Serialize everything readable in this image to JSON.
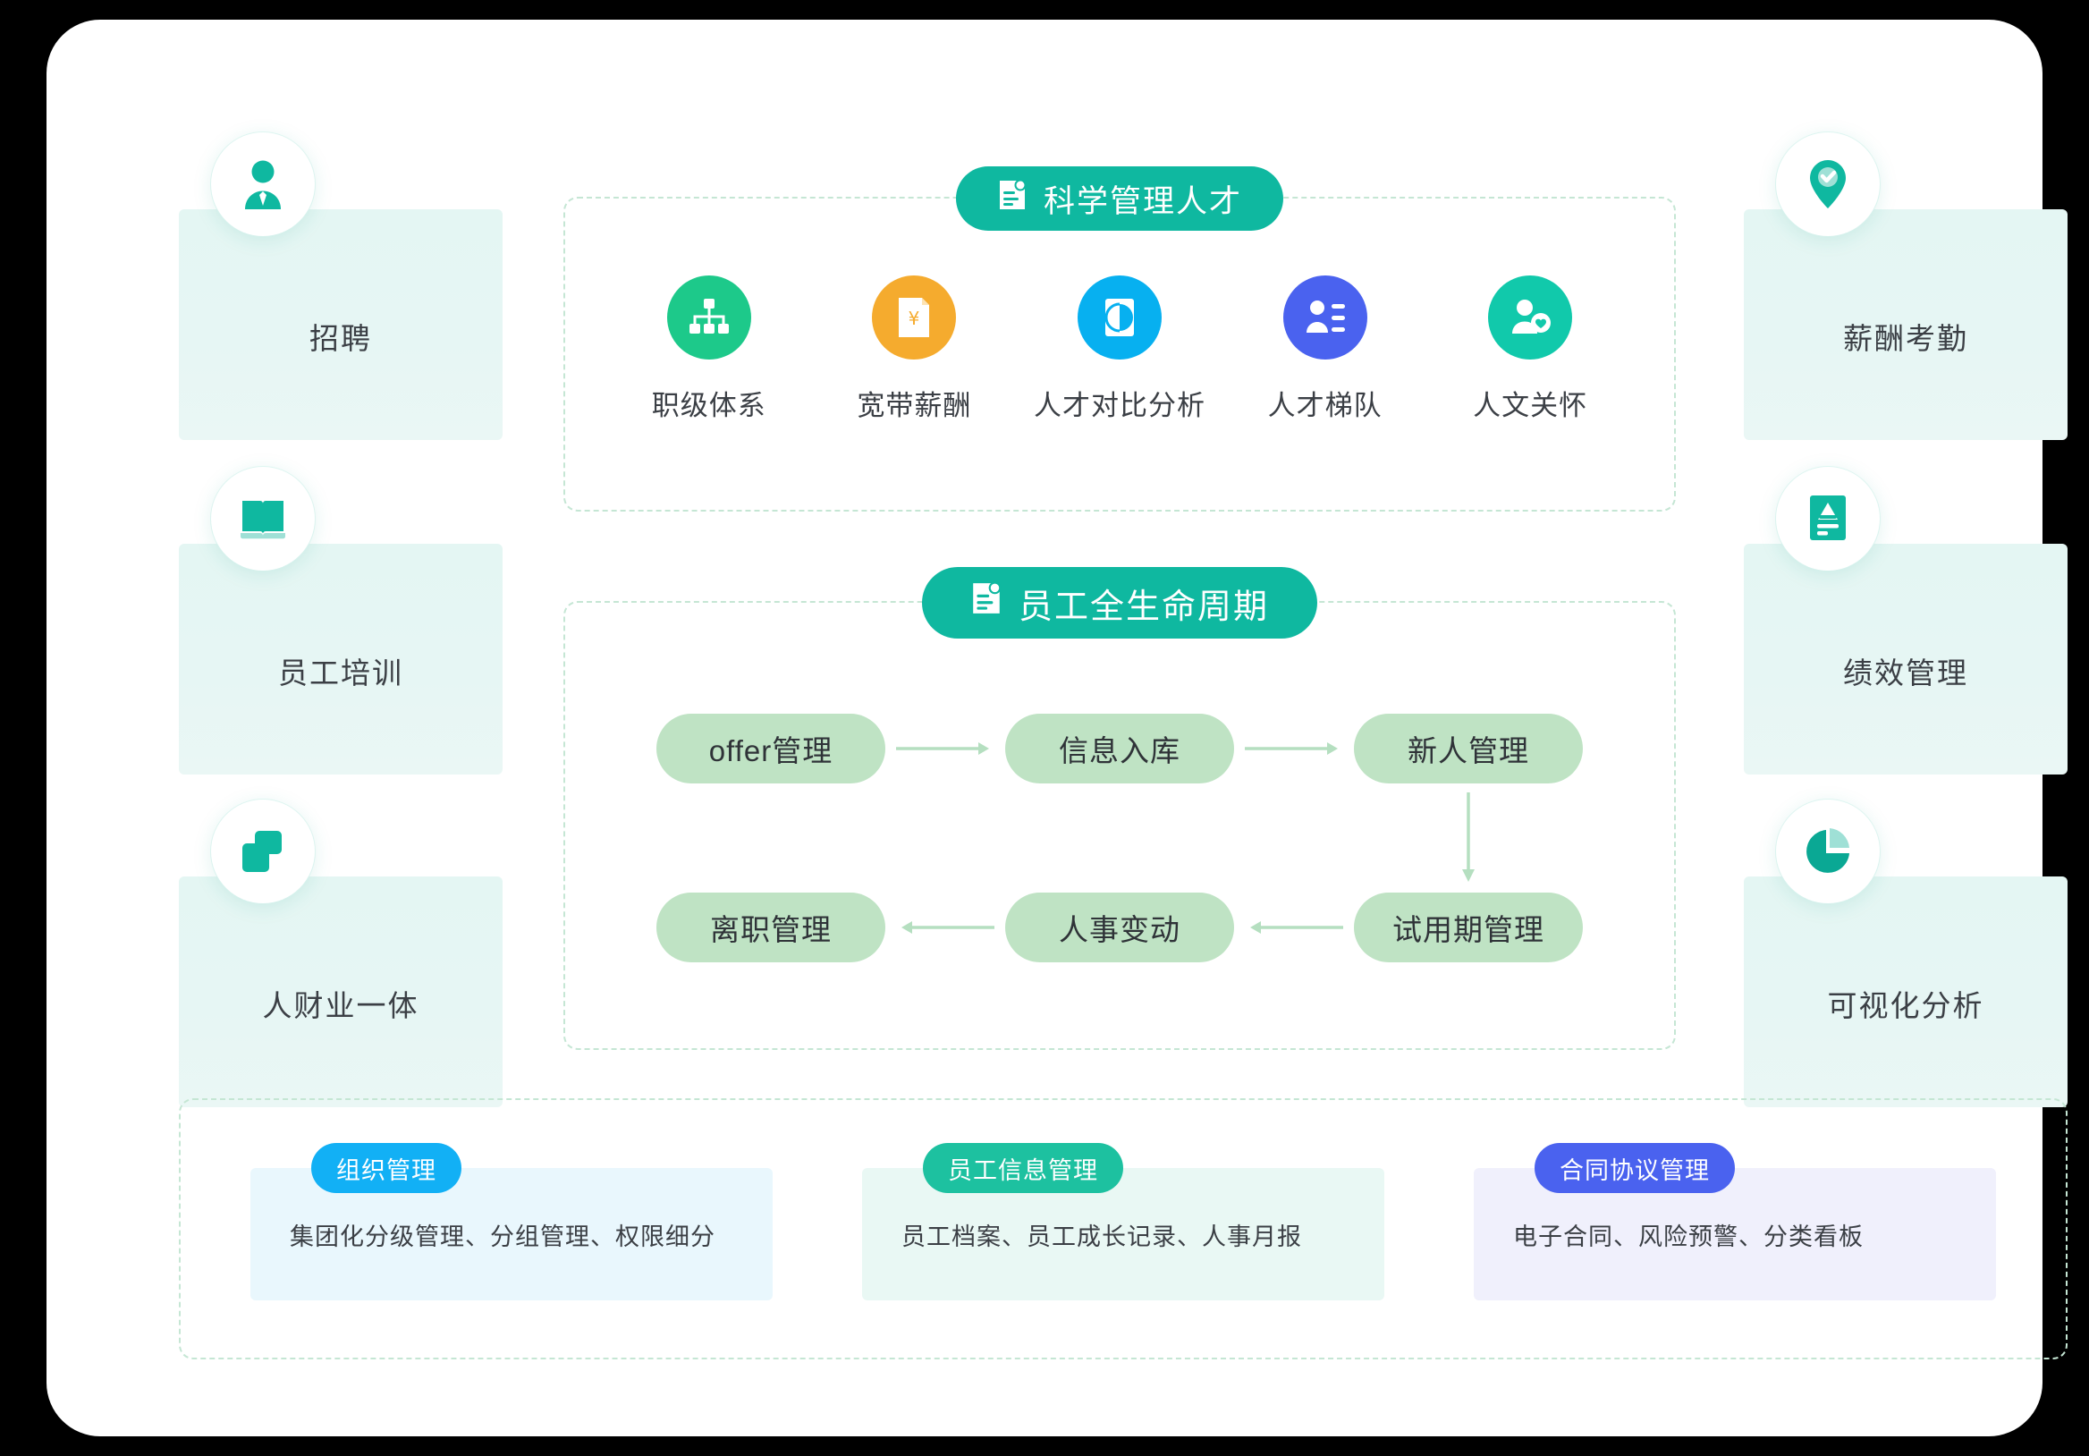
{
  "colors": {
    "teal": "#0fb8a0",
    "teal_dark": "#0aa894",
    "panel_dash": "#c5e6d4",
    "card_bg": "#e6f6f4",
    "chip": "#bfe3c4",
    "arrow": "#b5dfc0",
    "blue": "#12b0f5",
    "green": "#1dc98a",
    "orange": "#f5ab2e",
    "sky": "#07b0f0",
    "indigo": "#4a62ef",
    "mint": "#11c9ab",
    "purple": "#4a62ef",
    "text": "#3b3f45"
  },
  "left_cards": [
    {
      "label": "招聘",
      "icon": "person-tie-icon"
    },
    {
      "label": "员工培训",
      "icon": "open-book-icon"
    },
    {
      "label": "人财业一体",
      "icon": "two-squares-icon"
    }
  ],
  "right_cards": [
    {
      "label": "薪酬考勤",
      "icon": "location-pin-check-icon"
    },
    {
      "label": "绩效管理",
      "icon": "grade-a-icon"
    },
    {
      "label": "可视化分析",
      "icon": "pie-chart-icon"
    }
  ],
  "talent_panel": {
    "title": "科学管理人才",
    "title_icon": "certificate-icon",
    "items": [
      {
        "label": "职级体系",
        "icon": "org-chart-icon",
        "color": "#1dc98a"
      },
      {
        "label": "宽带薪酬",
        "icon": "yen-document-icon",
        "color": "#f5ab2e"
      },
      {
        "label": "人才对比分析",
        "icon": "contrast-compare-icon",
        "color": "#07b0f0"
      },
      {
        "label": "人才梯队",
        "icon": "id-card-icon",
        "color": "#4a62ef"
      },
      {
        "label": "人文关怀",
        "icon": "person-heart-icon",
        "color": "#11c9ab"
      }
    ]
  },
  "lifecycle_panel": {
    "title": "员工全生命周期",
    "title_icon": "certificate-icon",
    "row_top": [
      "offer管理",
      "信息入库",
      "新人管理"
    ],
    "row_bottom": [
      "离职管理",
      "人事变动",
      "试用期管理"
    ],
    "arrow_top_1": "arrow-right-icon",
    "arrow_top_2": "arrow-right-icon",
    "arrow_bottom_1": "arrow-left-icon",
    "arrow_bottom_2": "arrow-left-icon",
    "arrow_vertical": "arrow-down-icon"
  },
  "bottom_cards": [
    {
      "tab": "组织管理",
      "desc": "集团化分级管理、分组管理、权限细分",
      "tab_color": "#12b0f5",
      "body_color": "#e9f7fd"
    },
    {
      "tab": "员工信息管理",
      "desc": "员工档案、员工成长记录、人事月报",
      "tab_color": "#1dc1a0",
      "body_color": "#e9f8f4"
    },
    {
      "tab": "合同协议管理",
      "desc": "电子合同、风险预警、分类看板",
      "tab_color": "#4a62ef",
      "body_color": "#f0f0fc"
    }
  ]
}
